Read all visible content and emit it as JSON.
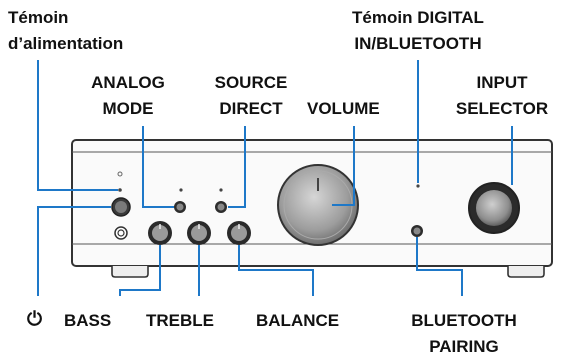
{
  "labels": {
    "power_indicator": [
      "Témoin",
      "d’alimentation"
    ],
    "analog_mode": [
      "ANALOG",
      "MODE"
    ],
    "source_direct": [
      "SOURCE",
      "DIRECT"
    ],
    "volume": "VOLUME",
    "digital_indicator": [
      "Témoin DIGITAL",
      "IN/BLUETOOTH"
    ],
    "input_selector": [
      "INPUT",
      "SELECTOR"
    ],
    "power_symbol": "⏻",
    "bass": "BASS",
    "treble": "TREBLE",
    "balance": "BALANCE",
    "bluetooth_pairing": [
      "BLUETOOTH",
      "PAIRING"
    ]
  },
  "colors": {
    "callout_line": "#1e78c8",
    "panel_edge": "#333333",
    "knob_dark": "#2a2a2a",
    "knob_mid": "#9a9a9a",
    "label_text": "#111111"
  }
}
